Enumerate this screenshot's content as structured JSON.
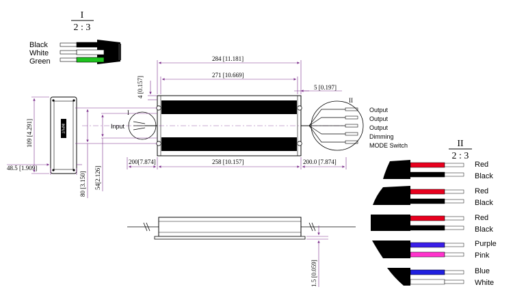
{
  "detail_i": {
    "roman": "I",
    "scale": "2 : 3",
    "wires": [
      {
        "label": "Black",
        "color": "#000000"
      },
      {
        "label": "White",
        "color": "#ffffff"
      },
      {
        "label": "Green",
        "color": "#1fc21f"
      }
    ]
  },
  "detail_ii": {
    "roman": "II",
    "scale": "2 : 3",
    "cables": [
      {
        "top": {
          "label": "Red",
          "color": "#e8001e"
        },
        "bottom": {
          "label": "Black",
          "color": "#000000"
        }
      },
      {
        "top": {
          "label": "Red",
          "color": "#e8001e"
        },
        "bottom": {
          "label": "Black",
          "color": "#000000"
        }
      },
      {
        "top": {
          "label": "Red",
          "color": "#e8001e"
        },
        "bottom": {
          "label": "Black",
          "color": "#000000"
        }
      },
      {
        "top": {
          "label": "Purple",
          "color": "#3a1ee8"
        },
        "bottom": {
          "label": "Pink",
          "color": "#ff33cc"
        }
      },
      {
        "top": {
          "label": "Blue",
          "color": "#2020e0"
        },
        "bottom": {
          "label": "White",
          "color": "#ffffff"
        }
      }
    ]
  },
  "main_view": {
    "detail_marker_i": "I",
    "detail_marker_ii": "II",
    "input_label": "Input",
    "output_labels": [
      "Output",
      "Output",
      "Output",
      "Dimming",
      "MODE Switch"
    ]
  },
  "side_view": {
    "brand_label": "INPUT"
  },
  "dimensions": {
    "total_length": "284 [11.181]",
    "body_length": "271 [10.669]",
    "mount_offset": "4 [0.157]",
    "edge_offset": "5 [0.197]",
    "height_outer": "109 [4.291]",
    "width_side": "48.5 [1.909]",
    "mount_pitch_80": "80 [3.150]",
    "mount_pitch_54": "54[2.126]",
    "input_wire": "200[7.874]",
    "mount_span": "258 [10.157]",
    "output_wire": "200.0 [7.874]",
    "flange": "1.5 [0.059]"
  },
  "colors": {
    "dimension": "#7a2a8a",
    "heatsink": "#000000"
  }
}
